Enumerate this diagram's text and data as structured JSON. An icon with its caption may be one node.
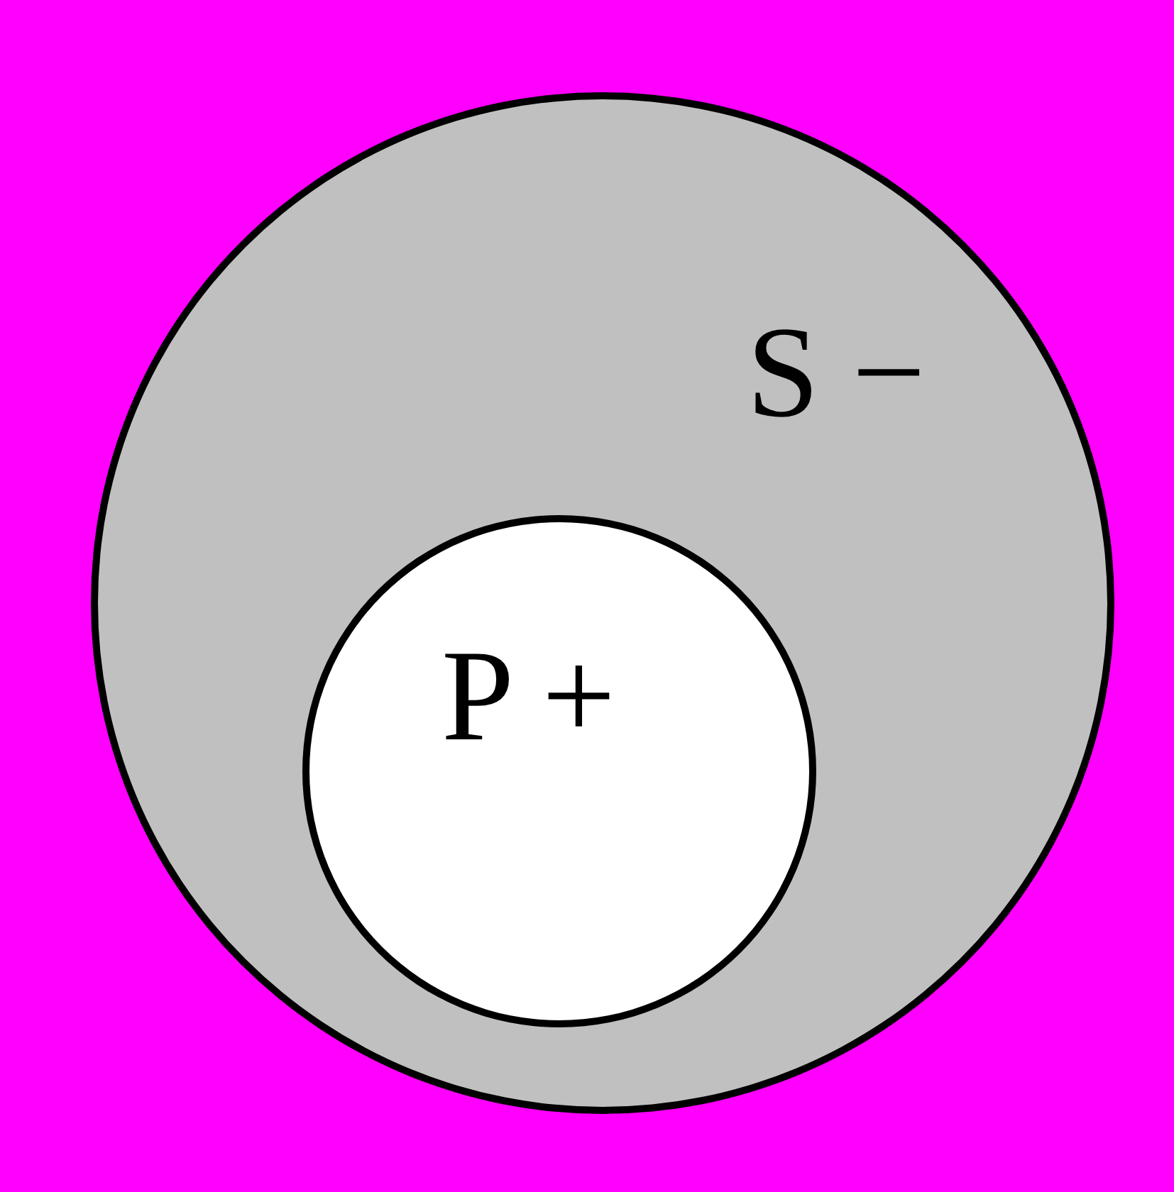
{
  "diagram": {
    "nodes": [
      {
        "text": [
          "S −"
        ]
      },
      {
        "text": [
          "P +"
        ],
        "in": 0
      }
    ]
  }
}
